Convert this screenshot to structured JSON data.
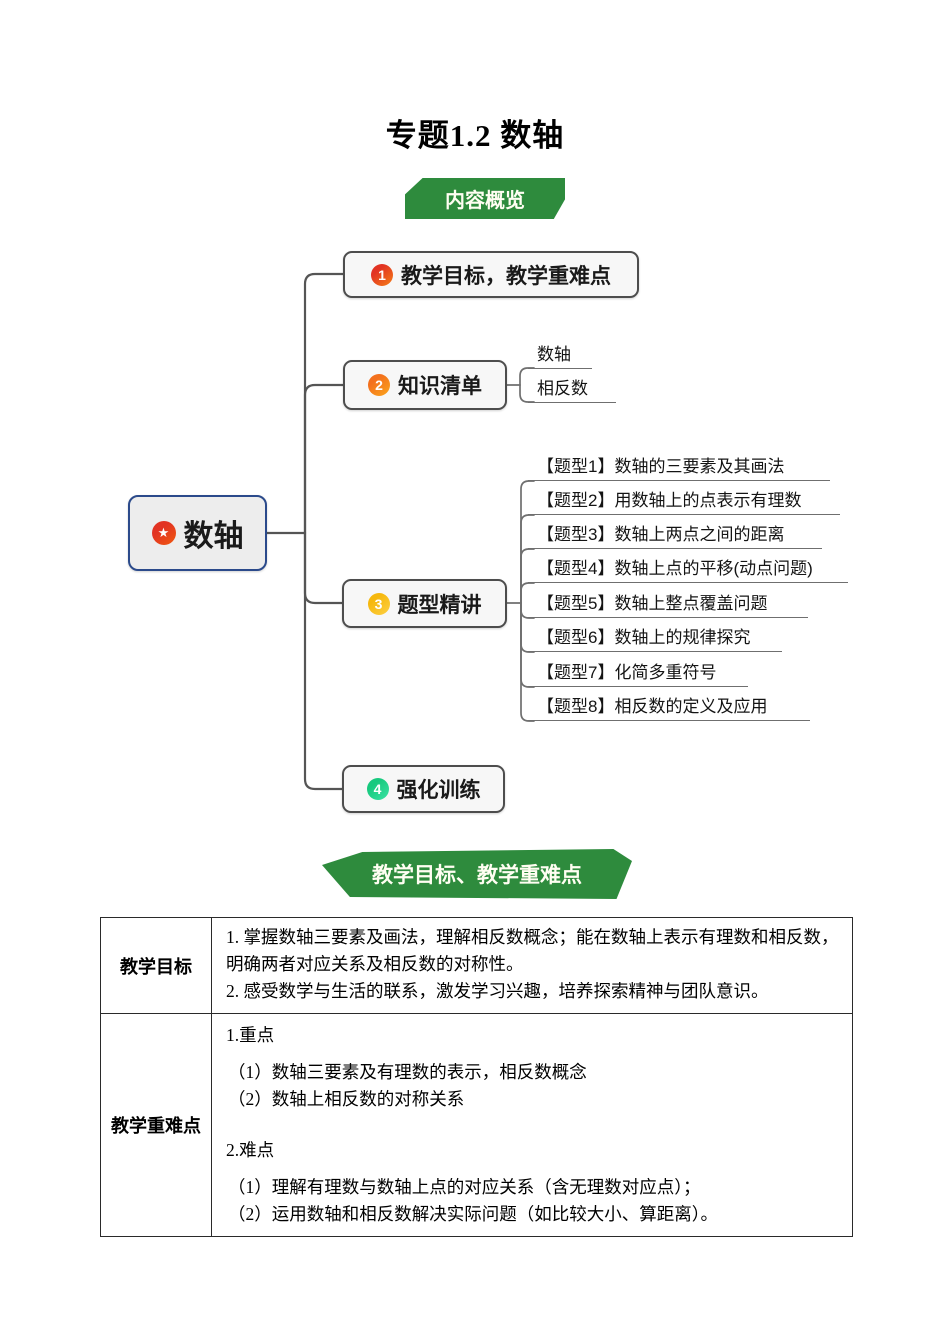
{
  "page": {
    "title": "专题1.2 数轴"
  },
  "banners": {
    "overview": "内容概览",
    "objectives": "教学目标、教学重难点"
  },
  "colors": {
    "banner_green": "#2e8b3d",
    "badge_1_red": "#e23323",
    "badge_2_orange": "#f3701d",
    "badge_3_gold": "#f6b80e",
    "badge_4_green": "#17c97e",
    "root_border_blue": "#2b4a8b",
    "star_badge_red": "#e8432a"
  },
  "mindmap": {
    "root": {
      "label": "数轴",
      "icon": "star"
    },
    "branches": [
      {
        "num": "1",
        "label": "教学目标，教学重难点"
      },
      {
        "num": "2",
        "label": "知识清单",
        "children": [
          "数轴",
          "相反数"
        ]
      },
      {
        "num": "3",
        "label": "题型精讲",
        "children": [
          "【题型1】数轴的三要素及其画法",
          "【题型2】用数轴上的点表示有理数",
          "【题型3】数轴上两点之间的距离",
          "【题型4】数轴上点的平移(动点问题)",
          "【题型5】数轴上整点覆盖问题",
          "【题型6】数轴上的规律探究",
          "【题型7】化简多重符号",
          "【题型8】相反数的定义及应用"
        ]
      },
      {
        "num": "4",
        "label": "强化训练"
      }
    ]
  },
  "table": {
    "goal_header": "教学目标",
    "goal_lines": [
      "1. 掌握数轴三要素及画法，理解相反数概念；能在数轴上表示有理数和相反数，明确两者对应关系及相反数的对称性。",
      "2. 感受数学与生活的联系，激发学习兴趣，培养探索精神与团队意识。"
    ],
    "focus_header": "教学重难点",
    "focus_sections": [
      {
        "title": "1.重点",
        "items": [
          "（1）数轴三要素及有理数的表示，相反数概念",
          "（2）数轴上相反数的对称关系"
        ]
      },
      {
        "title": "2.难点",
        "items": [
          "（1）理解有理数与数轴上点的对应关系（含无理数对应点）；",
          "（2）运用数轴和相反数解决实际问题（如比较大小、算距离）。"
        ]
      }
    ]
  }
}
